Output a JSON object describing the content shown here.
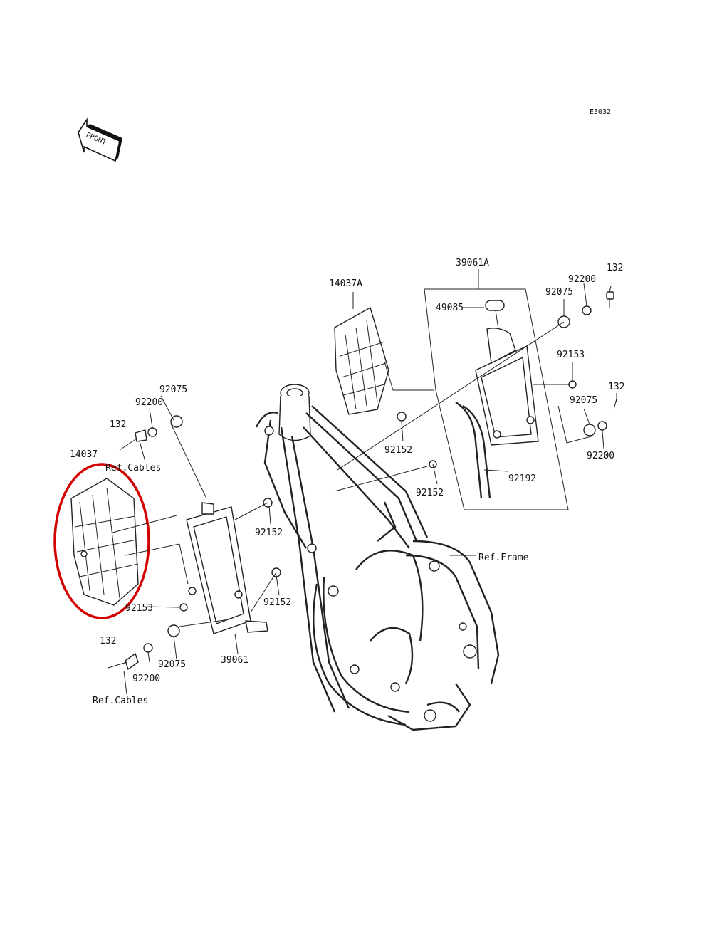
{
  "diagram_code": "E3032",
  "front_arrow": {
    "text": "FRONT"
  },
  "highlight_color": "#d40000",
  "labels": {
    "p39061A": "39061A",
    "p14037A": "14037A",
    "p132_top": "132",
    "p92200_top": "92200",
    "p92075_top": "92075",
    "p49085": "49085",
    "p92153_right": "92153",
    "p132_right": "132",
    "p92075_right": "92075",
    "p92200_right": "92200",
    "p92152_upper": "92152",
    "p92192": "92192",
    "p92152_mid": "92152",
    "p92075_left": "92075",
    "p92200_left": "92200",
    "p132_left": "132",
    "ref_cables_upper": "Ref.Cables",
    "p14037": "14037",
    "p92152_left_upper": "92152",
    "ref_frame": "Ref.Frame",
    "p92152_left_lower": "92152",
    "p92153_left": "92153",
    "p132_bottom": "132",
    "p92075_bottom": "92075",
    "p92200_bottom": "92200",
    "p39061": "39061",
    "ref_cables_lower": "Ref.Cables"
  }
}
